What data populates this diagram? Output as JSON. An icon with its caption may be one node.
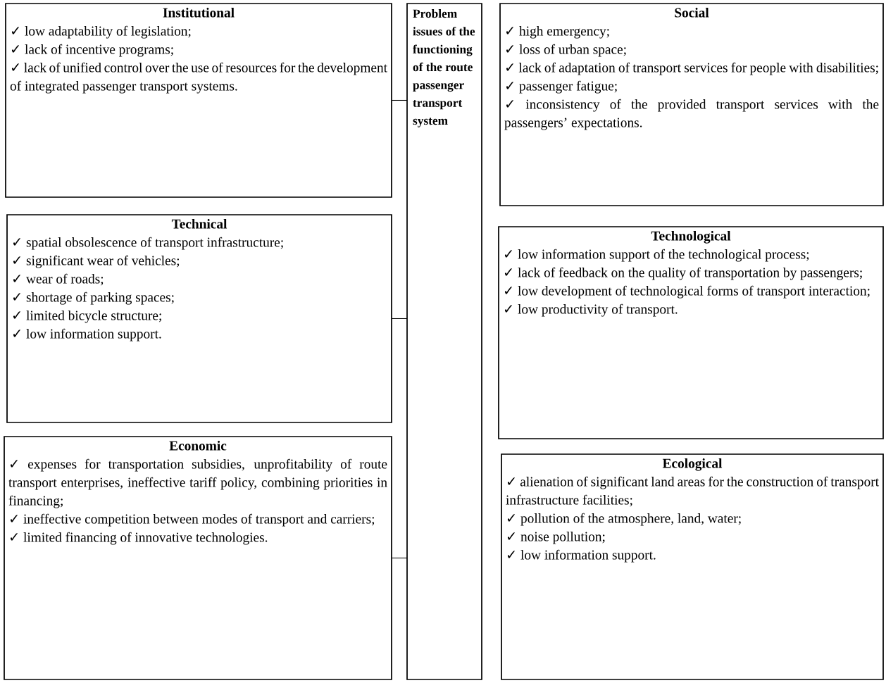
{
  "diagram": {
    "nodes": [
      {
        "text": [
          "Institutional",
          "✓ low adaptability of legislation;",
          "✓ lack of incentive programs;",
          "✓ lack of unified control over the use of resources for the development of integrated passenger transport systems."
        ]
      },
      {
        "text": [
          "Technical",
          "✓ spatial obsolescence of transport infrastructure;",
          "✓ significant wear of vehicles;",
          "✓ wear of roads;",
          "✓ shortage of parking spaces;",
          "✓ limited bicycle structure;",
          "✓ low information support."
        ]
      },
      {
        "text": [
          "Economic",
          "✓ expenses for transportation subsidies, unprofitability of route transport enterprises, ineffective tariff policy, combining priorities in financing;",
          "✓ ineffective competition between modes of transport and carriers;",
          "✓ limited financing of innovative technologies."
        ]
      },
      {
        "text": [
          "Problem issues of the functioning of the route passenger transport system"
        ]
      },
      {
        "text": [
          "Social",
          "✓ high emergency;",
          "✓ loss of urban space;",
          "✓ lack of adaptation of transport services for people with disabilities;",
          "✓ passenger fatigue;",
          "✓ inconsistency of the provided transport services with the passengers’ expectations."
        ]
      },
      {
        "text": [
          "Technological",
          "✓ low information support of the technological process;",
          "✓ lack of feedback on the quality of transportation by passengers;",
          "✓ low development of technological forms of transport interaction;",
          "✓ low productivity of transport."
        ]
      },
      {
        "text": [
          "Ecological",
          "✓ alienation of significant land areas for the construction of transport infrastructure facilities;",
          "✓ pollution of the atmosphere, land, water;",
          "✓ noise pollution;",
          "✓ low information support."
        ]
      }
    ],
    "edges": [
      {
        "from": 0,
        "to": 3,
        "arrow": "none"
      },
      {
        "from": 1,
        "to": 3,
        "arrow": "none"
      },
      {
        "from": 2,
        "to": 3,
        "arrow": "none"
      }
    ]
  }
}
